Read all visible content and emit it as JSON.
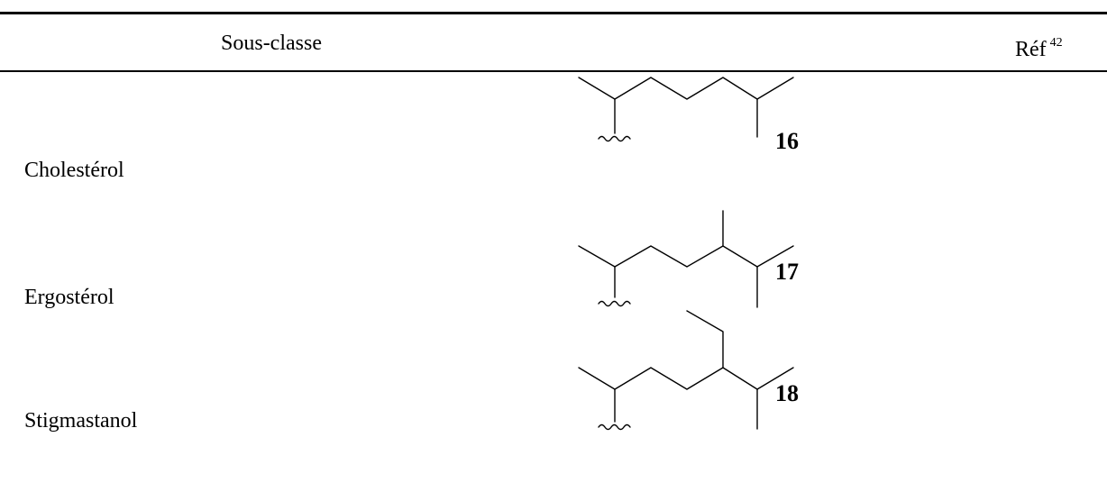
{
  "table": {
    "header": {
      "col1": "Sous-classe",
      "col2": "Réf",
      "col2_superscript": "42"
    },
    "rows": [
      {
        "name": "Cholestérol",
        "number": "16"
      },
      {
        "name": "Ergostérol",
        "number": "17"
      },
      {
        "name": "Stigmastanol",
        "number": "18"
      }
    ]
  }
}
